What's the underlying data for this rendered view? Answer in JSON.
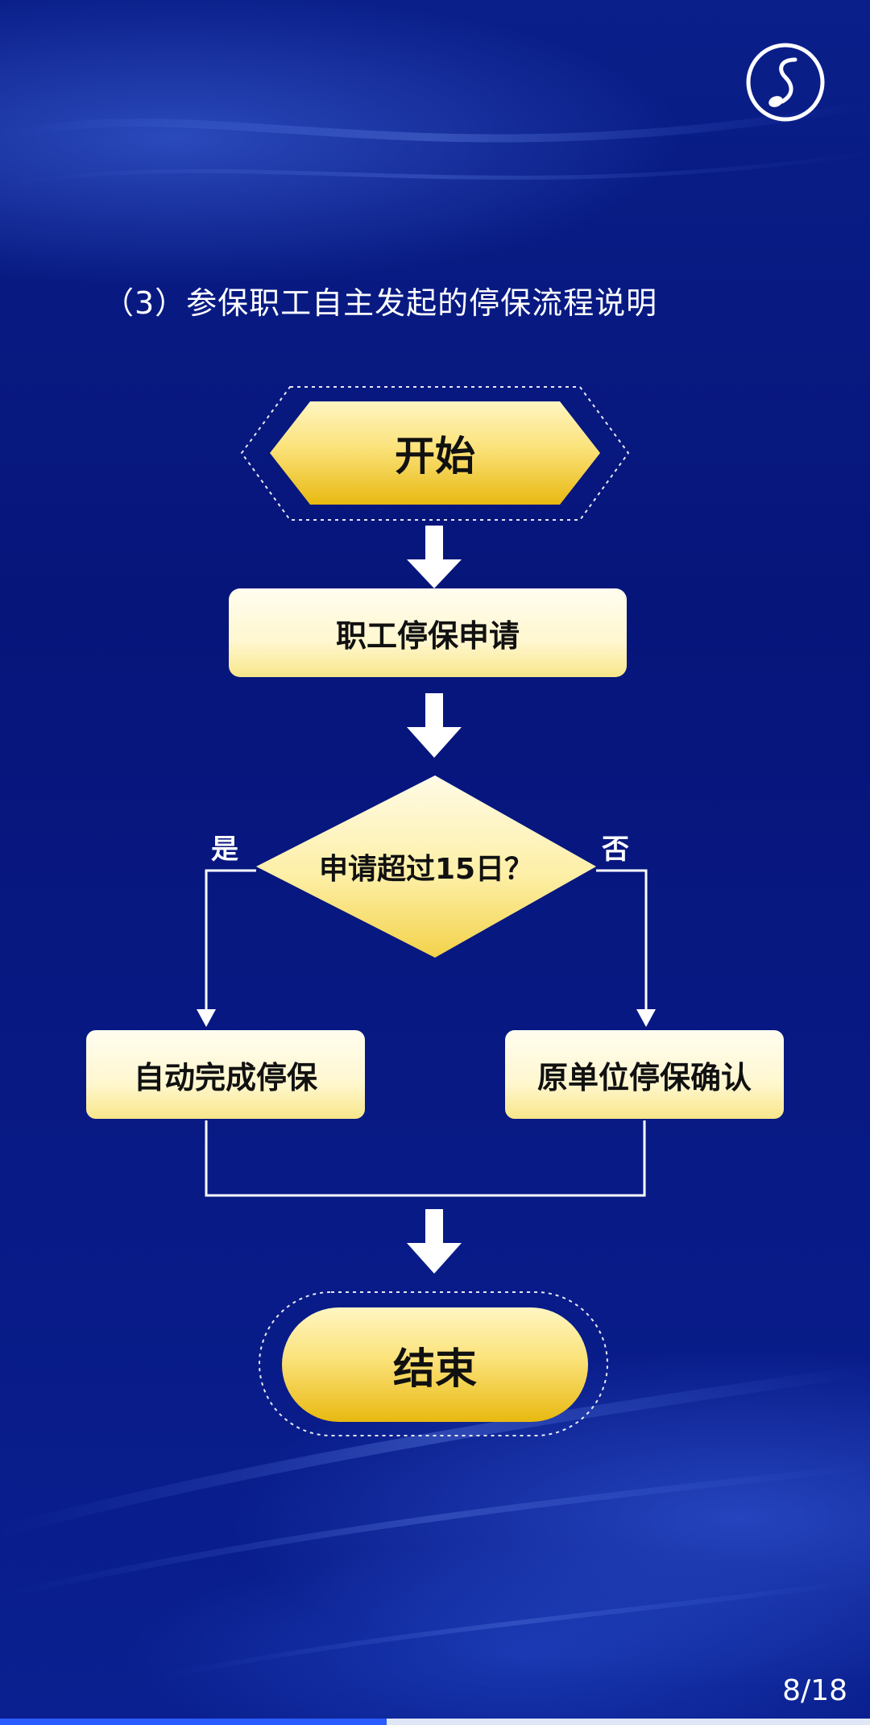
{
  "heading": "（3）参保职工自主发起的停保流程说明",
  "logo_icon": "music-note-s-icon",
  "flowchart": {
    "start": "开始",
    "step_apply": "职工停保申请",
    "decision": "申请超过15日？",
    "yes_label": "是",
    "no_label": "否",
    "yes_branch": "自动完成停保",
    "no_branch": "原单位停保确认",
    "end": "结束"
  },
  "pagination": {
    "indicator": "8/18",
    "progress": 0.444
  },
  "colors": {
    "background": "#081a86",
    "node_gold": "#f4cf2c",
    "node_light": "#fffbe0",
    "arrow": "#ffffff"
  }
}
